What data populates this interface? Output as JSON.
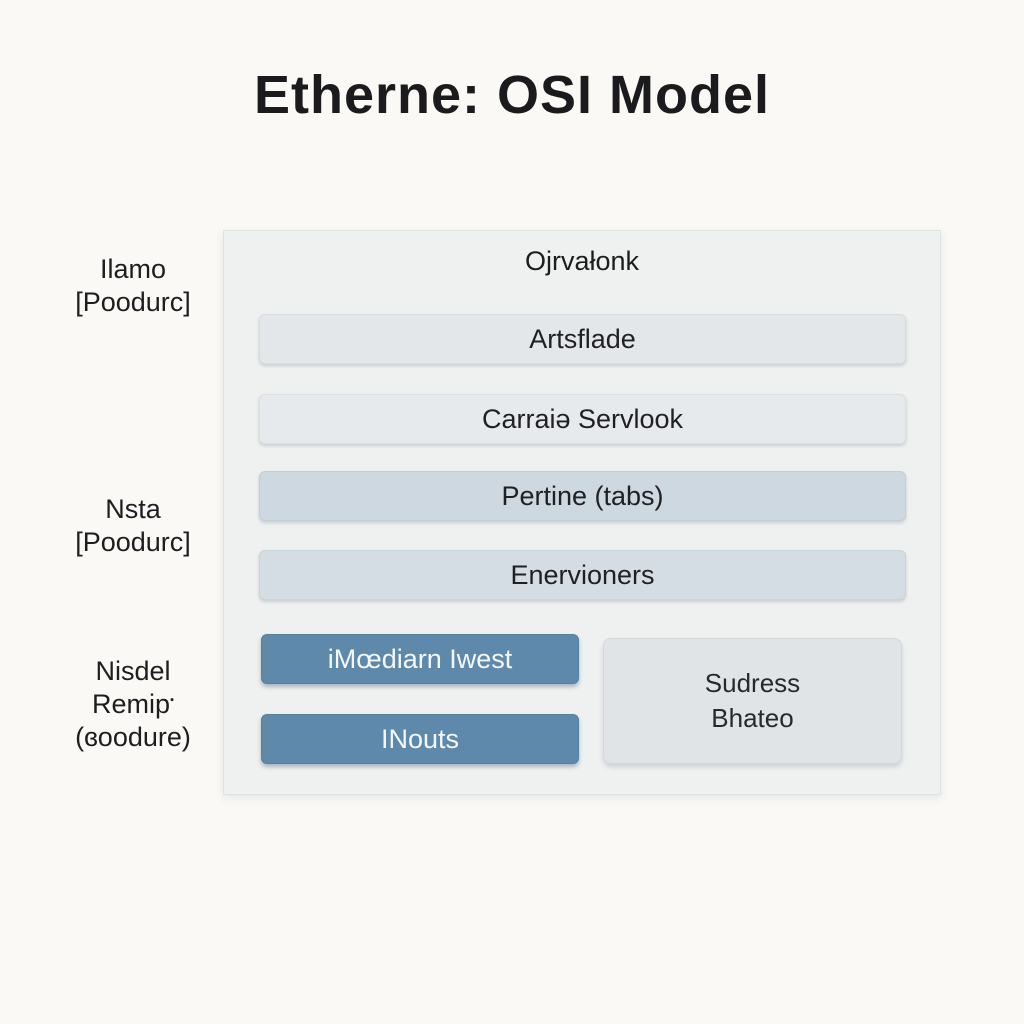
{
  "title": "Etherne: OSI Model",
  "colors": {
    "page_background": "#faf9f6",
    "outer_box": "#eef1f0",
    "row_light_gray": "#e3e7ea",
    "row_blue_gray": "#cdd8e0",
    "button_blue": "#5e89ab",
    "side_box": "#e0e4e7",
    "text_dark": "#1d1d1f",
    "text_on_blue": "#f4f7f9"
  },
  "diagram": {
    "header": "Ojrvałonk",
    "left_labels": [
      {
        "line1": "Ilamo",
        "line2": "[Poodurc]"
      },
      {
        "line1": "Nsta",
        "line2": "[Poodurc]"
      },
      {
        "line1": "Nisdel",
        "line2": "Remip",
        "sup_mark": "▪",
        "line3": "(ɞoodure)"
      }
    ],
    "rows": [
      {
        "label": "Artsflade"
      },
      {
        "label": "Carraiə Servlook"
      },
      {
        "label": "Pertine (tabs)"
      },
      {
        "label": "Enervioners"
      }
    ],
    "buttons": [
      {
        "label": "iMœdiarn Iwest"
      },
      {
        "label": "INouts"
      }
    ],
    "side_box": {
      "line1": "Sudress",
      "line2": "Bhateo"
    }
  }
}
